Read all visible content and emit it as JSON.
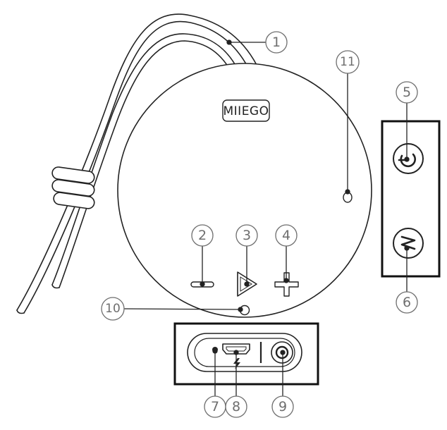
{
  "brand": {
    "logo_text": "MIIEGO"
  },
  "callouts": [
    {
      "id": "1",
      "label": "1"
    },
    {
      "id": "2",
      "label": "2"
    },
    {
      "id": "3",
      "label": "3"
    },
    {
      "id": "4",
      "label": "4"
    },
    {
      "id": "5",
      "label": "5"
    },
    {
      "id": "6",
      "label": "6"
    },
    {
      "id": "7",
      "label": "7"
    },
    {
      "id": "8",
      "label": "8"
    },
    {
      "id": "9",
      "label": "9"
    },
    {
      "id": "10",
      "label": "10"
    },
    {
      "id": "11",
      "label": "11"
    }
  ],
  "icons": {
    "minus": "minus-icon",
    "play": "play-icon",
    "plus": "plus-icon",
    "power": "power-icon",
    "mode": "mode-m-icon",
    "charging": "lightning-icon",
    "aux": "aux-jack-icon",
    "usb": "micro-usb-port-icon",
    "led": "led-indicator-icon",
    "mic": "microphone-icon"
  },
  "colors": {
    "line": "#222222",
    "callout": "#6e6e6e",
    "frame": "#111111"
  }
}
